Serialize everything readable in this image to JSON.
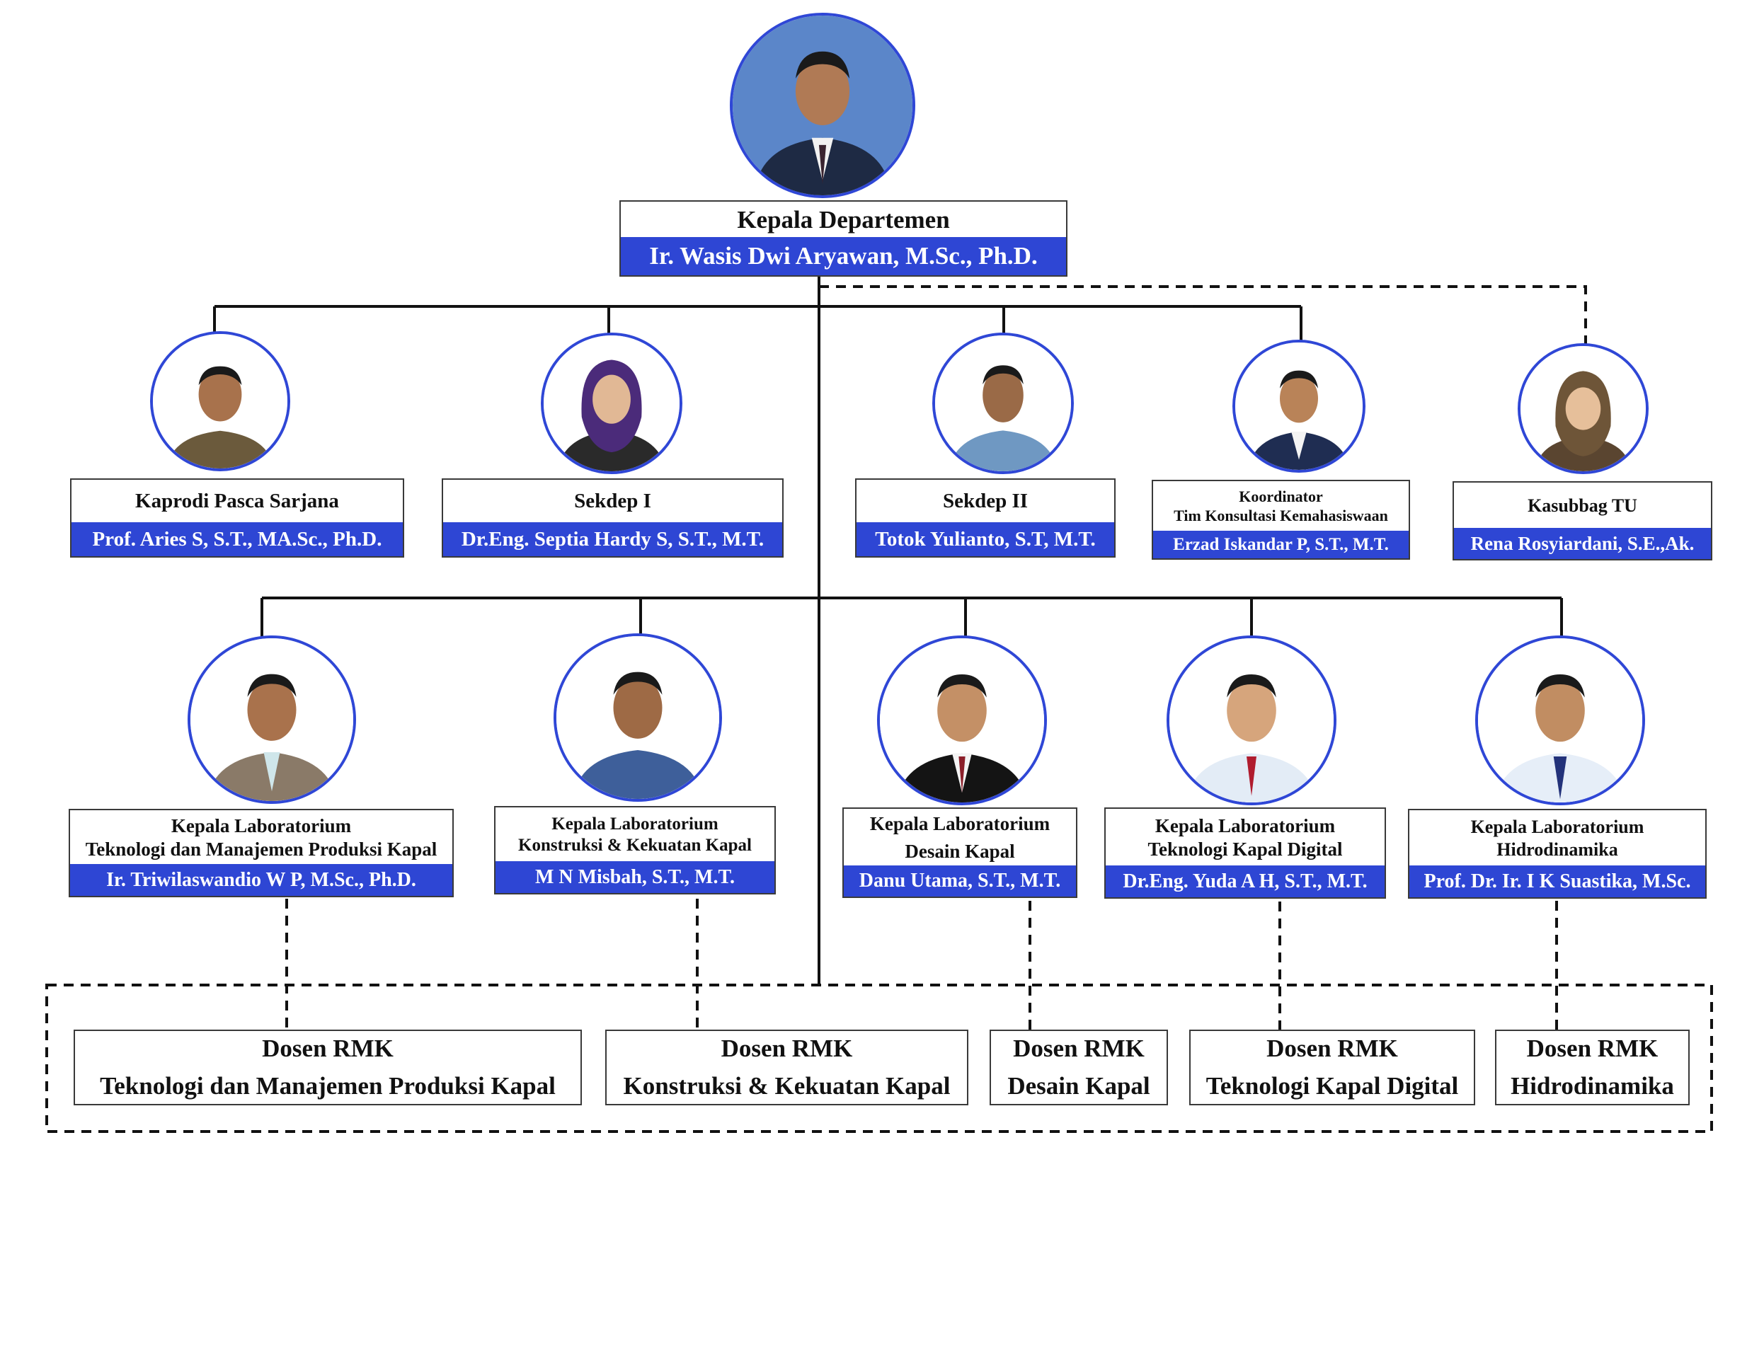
{
  "colors": {
    "accent": "#2e46d4",
    "avatar_ring": "#2f47d6",
    "line": "#111111"
  },
  "head": {
    "role": "Kepala Departemen",
    "name": "Ir. Wasis Dwi Aryawan, M.Sc., Ph.D."
  },
  "staff": [
    {
      "role": "Kaprodi Pasca Sarjana",
      "name": "Prof. Aries S, S.T., MA.Sc., Ph.D."
    },
    {
      "role": "Sekdep I",
      "name": "Dr.Eng. Septia Hardy S, S.T., M.T."
    },
    {
      "role": "Sekdep II",
      "name": "Totok Yulianto, S.T, M.T."
    },
    {
      "role_line1": "Koordinator",
      "role_line2": "Tim Konsultasi Kemahasiswaan",
      "name": "Erzad Iskandar P, S.T., M.T."
    },
    {
      "role": "Kasubbag TU",
      "name": "Rena Rosyiardani, S.E.,Ak."
    }
  ],
  "labs": [
    {
      "role_line1": "Kepala Laboratorium",
      "role_line2": "Teknologi dan Manajemen Produksi Kapal",
      "name": "Ir. Triwilaswandio W P, M.Sc., Ph.D."
    },
    {
      "role_line1": "Kepala Laboratorium",
      "role_line2": "Konstruksi & Kekuatan Kapal",
      "name": "M N Misbah, S.T., M.T."
    },
    {
      "role_line1": "Kepala Laboratorium",
      "role_line2": "Desain Kapal",
      "name": "Danu Utama, S.T., M.T."
    },
    {
      "role_line1": "Kepala Laboratorium",
      "role_line2": "Teknologi Kapal Digital",
      "name": "Dr.Eng. Yuda A H, S.T., M.T."
    },
    {
      "role_line1": "Kepala Laboratorium",
      "role_line2": "Hidrodinamika",
      "name": "Prof. Dr. Ir. I K Suastika, M.Sc."
    }
  ],
  "rmk": [
    {
      "line1": "Dosen RMK",
      "line2": "Teknologi dan Manajemen Produksi Kapal"
    },
    {
      "line1": "Dosen RMK",
      "line2": "Konstruksi & Kekuatan Kapal"
    },
    {
      "line1": "Dosen RMK",
      "line2": "Desain Kapal"
    },
    {
      "line1": "Dosen RMK",
      "line2": "Teknologi Kapal Digital"
    },
    {
      "line1": "Dosen RMK",
      "line2": "Hidrodinamika"
    }
  ]
}
